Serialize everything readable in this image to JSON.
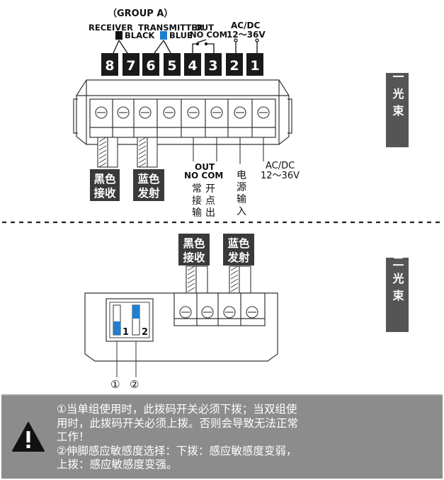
{
  "group_label": "（GROUP A）",
  "top_labels": {
    "receiver": "RECEIVER",
    "transmitter": "TRANSMITTER",
    "black": "BLACK",
    "blue": "BLUE",
    "out": "OUT",
    "no_com": "NO  COM",
    "acdc": "AC/DC",
    "voltage": "12～36V"
  },
  "terminals": [
    "8",
    "7",
    "6",
    "5",
    "4",
    "3",
    "2",
    "1"
  ],
  "beam1": {
    "side_label": "第一光束",
    "black_receive": [
      "黑色",
      "接收"
    ],
    "blue_transmit": [
      "蓝色",
      "发射"
    ],
    "out": "OUT",
    "no_com": "NO COM",
    "relay_desc": [
      "常开",
      "接点",
      "输出"
    ],
    "power_desc": [
      "电",
      "源",
      "输",
      "入"
    ],
    "acdc": "AC/DC",
    "voltage": "12～36V"
  },
  "beam2": {
    "side_label": "第二光束",
    "black_receive": [
      "黑色",
      "接收"
    ],
    "blue_transmit": [
      "蓝色",
      "发射"
    ],
    "switch_numbers": [
      "1",
      "2"
    ],
    "callouts": [
      "①",
      "②"
    ]
  },
  "warning": {
    "lines": [
      "①当单组使用时，此拨码开关必须下拨；当双组使",
      "用时，此拨码开关必须上拨。否则会导致无法正常",
      "工作！",
      "②伸脚感应敏感度选择：下拨：感应敏感度变弱，",
      "上拨：感应敏感度变强。"
    ]
  },
  "colors": {
    "terminal_badge": "#1a1a1a",
    "switch_blue": "#1e7fd0",
    "side_tab": "#555555",
    "warning_bg": "#8c8c8c",
    "desc_badge": "#3a3a3a"
  }
}
